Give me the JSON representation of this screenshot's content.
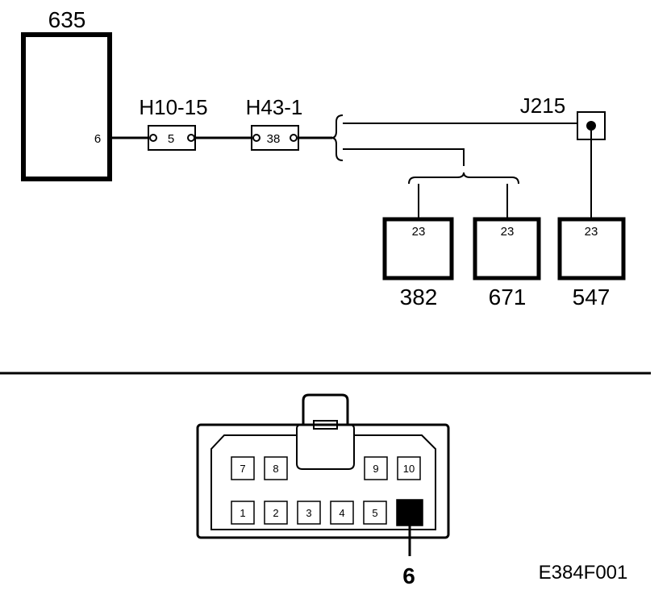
{
  "components": {
    "c635": {
      "id": "635",
      "pin": "6"
    },
    "c382": {
      "id": "382",
      "pin": "23"
    },
    "c671": {
      "id": "671",
      "pin": "23"
    },
    "c547": {
      "id": "547",
      "pin": "23"
    }
  },
  "connectors": {
    "h10": {
      "id": "H10-15",
      "pin": "5"
    },
    "h43": {
      "id": "H43-1",
      "pin": "38"
    }
  },
  "junction": {
    "id": "J215"
  },
  "connector_face": {
    "pins": [
      "7",
      "8",
      "9",
      "10",
      "1",
      "2",
      "3",
      "4",
      "5"
    ],
    "highlighted_pin": "6"
  },
  "figure_code": "E384F001"
}
